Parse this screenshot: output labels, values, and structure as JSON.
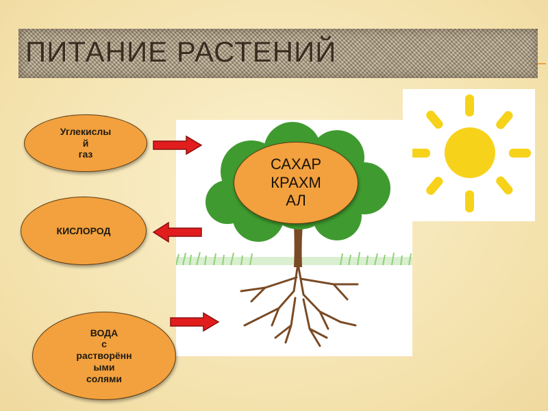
{
  "title": "ПИТАНИЕ РАСТЕНИЙ",
  "inputs": {
    "co2": "Углекислы\nй\nгаз",
    "o2": "КИСЛОРОД",
    "water": "ВОДА\nс\nрастворённ\nыми\nсолями"
  },
  "center": "САХАР\nКРАХМ\nАЛ",
  "icons": {
    "sun": "sun-icon",
    "tree": "tree-icon",
    "arrow": "arrow-icon"
  },
  "colors": {
    "oval_fill": "#f2a13e",
    "arrow_red": "#e11d1d",
    "tree_green": "#3f9b2f",
    "sun_yellow": "#f7d21a",
    "trunk_brown": "#7a4a24"
  }
}
